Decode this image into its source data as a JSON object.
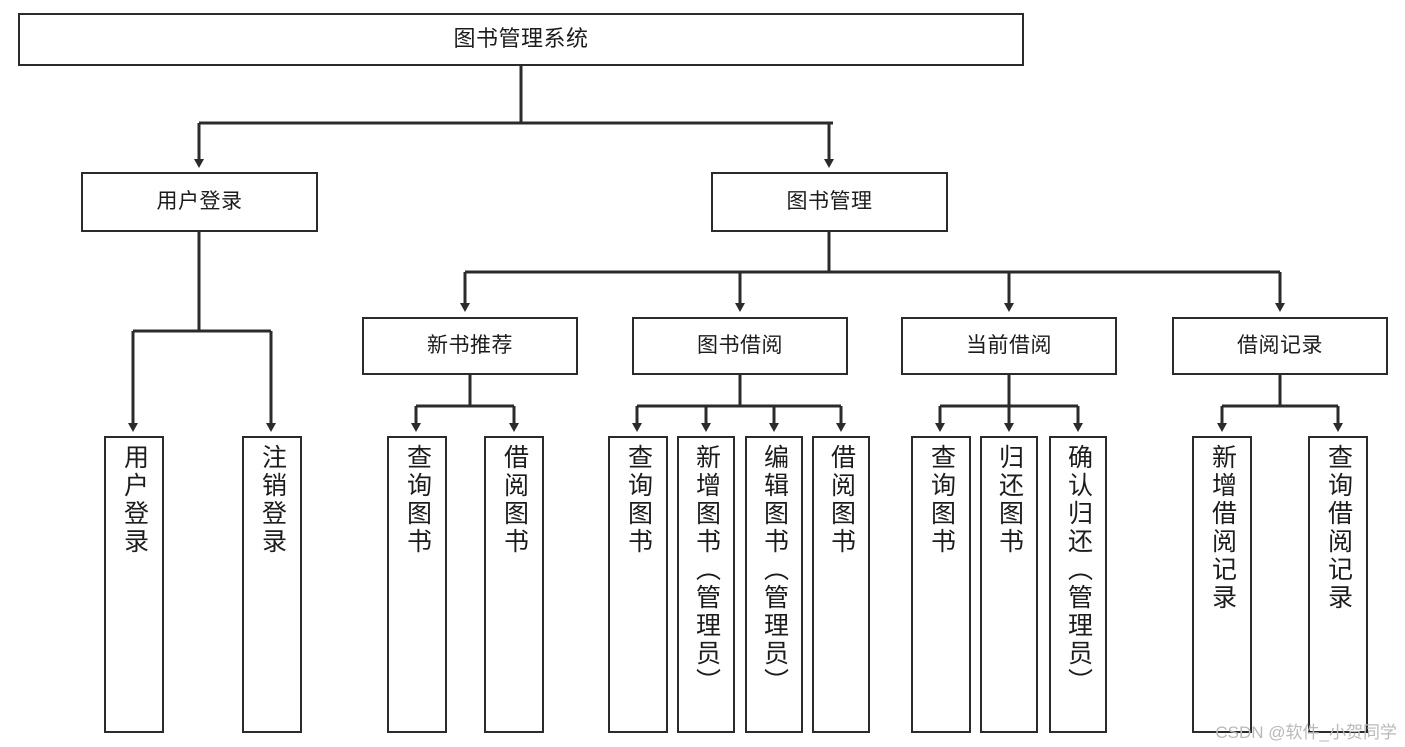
{
  "diagram": {
    "title": "图书管理系统",
    "type": "tree",
    "orientation": "top-down",
    "stroke_color": "#2b2b2b",
    "text_color": "#1c1c1c",
    "background_color": "#ffffff",
    "watermark": "CSDN @软件_小贺同学",
    "levels": [
      {
        "level": 1,
        "nodes": [
          {
            "id": "root",
            "label": "图书管理系统",
            "orientation": "horizontal"
          }
        ]
      },
      {
        "level": 2,
        "nodes": [
          {
            "id": "user-login",
            "label": "用户登录",
            "orientation": "horizontal",
            "parent": "root"
          },
          {
            "id": "book-manage",
            "label": "图书管理",
            "orientation": "horizontal",
            "parent": "root"
          }
        ]
      },
      {
        "level": 3,
        "nodes": [
          {
            "id": "new-book-rec",
            "label": "新书推荐",
            "orientation": "horizontal",
            "parent": "book-manage"
          },
          {
            "id": "book-borrow",
            "label": "图书借阅",
            "orientation": "horizontal",
            "parent": "book-manage"
          },
          {
            "id": "current-borrow",
            "label": "当前借阅",
            "orientation": "horizontal",
            "parent": "book-manage"
          },
          {
            "id": "borrow-record",
            "label": "借阅记录",
            "orientation": "horizontal",
            "parent": "book-manage"
          }
        ]
      },
      {
        "level": 4,
        "nodes": [
          {
            "id": "leaf-user-login",
            "label": "用户登录",
            "orientation": "vertical",
            "parent": "user-login"
          },
          {
            "id": "leaf-logout",
            "label": "注销登录",
            "orientation": "vertical",
            "parent": "user-login"
          },
          {
            "id": "leaf-query-book-1",
            "label": "查询图书",
            "orientation": "vertical",
            "parent": "new-book-rec"
          },
          {
            "id": "leaf-borrow-book-1",
            "label": "借阅图书",
            "orientation": "vertical",
            "parent": "new-book-rec"
          },
          {
            "id": "leaf-query-book-2",
            "label": "查询图书",
            "orientation": "vertical",
            "parent": "book-borrow"
          },
          {
            "id": "leaf-add-book",
            "label": "新增图书（管理员）",
            "orientation": "vertical",
            "parent": "book-borrow"
          },
          {
            "id": "leaf-edit-book",
            "label": "编辑图书（管理员）",
            "orientation": "vertical",
            "parent": "book-borrow"
          },
          {
            "id": "leaf-borrow-book-2",
            "label": "借阅图书",
            "orientation": "vertical",
            "parent": "book-borrow"
          },
          {
            "id": "leaf-query-book-3",
            "label": "查询图书",
            "orientation": "vertical",
            "parent": "current-borrow"
          },
          {
            "id": "leaf-return-book",
            "label": "归还图书",
            "orientation": "vertical",
            "parent": "current-borrow"
          },
          {
            "id": "leaf-confirm-return",
            "label": "确认归还（管理员）",
            "orientation": "vertical",
            "parent": "current-borrow"
          },
          {
            "id": "leaf-add-record",
            "label": "新增借阅记录",
            "orientation": "vertical",
            "parent": "borrow-record"
          },
          {
            "id": "leaf-query-record",
            "label": "查询借阅记录",
            "orientation": "vertical",
            "parent": "borrow-record"
          }
        ]
      }
    ]
  }
}
